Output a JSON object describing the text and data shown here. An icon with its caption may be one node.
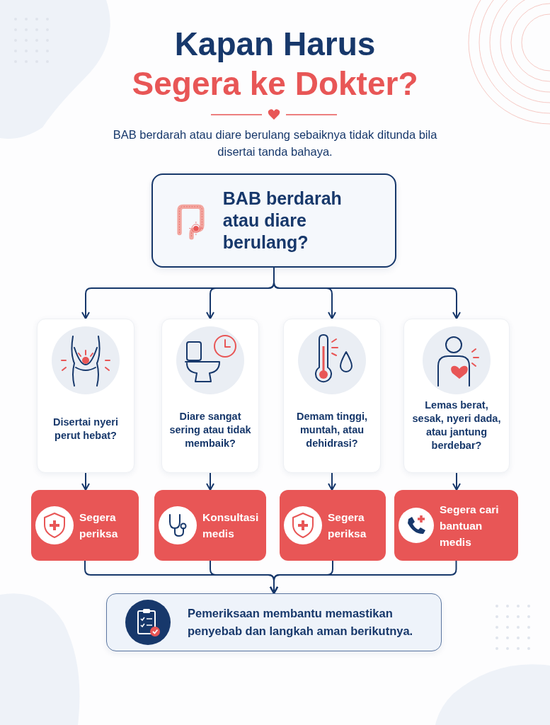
{
  "diagram": {
    "title": "Kapan Harus Segera ke Dokter?",
    "nodes": [
      {
        "text": [
          "BAB berdarah atau diare berulang?"
        ]
      },
      {
        "text": [
          "Disertai nyeri perut hebat?"
        ]
      },
      {
        "text": [
          "Diare sangat sering atau tidak membaik?"
        ]
      },
      {
        "text": [
          "Demam tinggi, muntah, atau dehidrasi?"
        ]
      },
      {
        "text": [
          "Lemas berat, sesak, nyeri dada, atau jantung berdebar?"
        ]
      },
      {
        "text": [
          "Segera periksa"
        ]
      },
      {
        "text": [
          "Konsultasi medis"
        ]
      },
      {
        "text": [
          "Segera periksa"
        ]
      },
      {
        "text": [
          "Segera cari bantuan medis"
        ]
      },
      {
        "text": [
          "Pemeriksaan membantu memastikan penyebab dan langkah aman berikutnya."
        ]
      }
    ],
    "edges": [
      {
        "from": 0,
        "to": 1,
        "arrow": "to"
      },
      {
        "from": 0,
        "to": 2,
        "arrow": "to"
      },
      {
        "from": 0,
        "to": 3,
        "arrow": "to"
      },
      {
        "from": 0,
        "to": 4,
        "arrow": "to"
      },
      {
        "from": 1,
        "to": 5,
        "arrow": "to"
      },
      {
        "from": 2,
        "to": 6,
        "arrow": "to"
      },
      {
        "from": 3,
        "to": 7,
        "arrow": "to"
      },
      {
        "from": 4,
        "to": 8,
        "arrow": "to"
      },
      {
        "from": 5,
        "to": 9,
        "arrow": "to"
      },
      {
        "from": 6,
        "to": 9,
        "arrow": "to"
      },
      {
        "from": 7,
        "to": 9,
        "arrow": "to"
      },
      {
        "from": 8,
        "to": 9,
        "arrow": "to"
      }
    ],
    "labels": [
      "BAB berdarah atau diare berulang sebaiknya tidak ditunda bila disertai tanda bahaya."
    ]
  }
}
